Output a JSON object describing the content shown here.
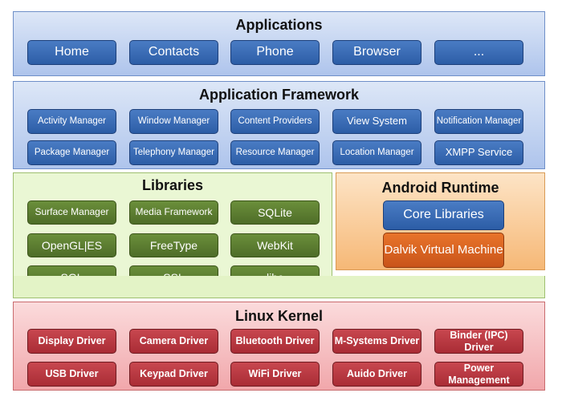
{
  "applications": {
    "title": "Applications",
    "items": [
      "Home",
      "Contacts",
      "Phone",
      "Browser",
      "..."
    ]
  },
  "framework": {
    "title": "Application Framework",
    "row1": [
      "Activity Manager",
      "Window Manager",
      "Content Providers",
      "View System",
      "Notification Manager"
    ],
    "row2": [
      "Package Manager",
      "Telephony Manager",
      "Resource Manager",
      "Location Manager",
      "XMPP Service"
    ]
  },
  "libraries": {
    "title": "Libraries",
    "row1": [
      "Surface Manager",
      "Media Framework",
      "SQLite"
    ],
    "row2": [
      "OpenGL|ES",
      "FreeType",
      "WebKit"
    ],
    "row3": [
      "SGL",
      "SSL",
      "libc"
    ]
  },
  "runtime": {
    "title": "Android Runtime",
    "core": "Core Libraries",
    "dalvik": "Dalvik Virtual Machine"
  },
  "kernel": {
    "title": "Linux Kernel",
    "row1": [
      "Display Driver",
      "Camera Driver",
      "Bluetooth Driver",
      "M-Systems Driver",
      "Binder (IPC) Driver"
    ],
    "row2": [
      "USB Driver",
      "Keypad Driver",
      "WiFi Driver",
      "Auido Driver",
      "Power Management"
    ]
  },
  "colors": {
    "applications": "#aec4ec",
    "framework": "#aec4ec",
    "libraries": "#eaf7d4",
    "runtime": "#f6b876",
    "kernel": "#f1a7ab"
  }
}
